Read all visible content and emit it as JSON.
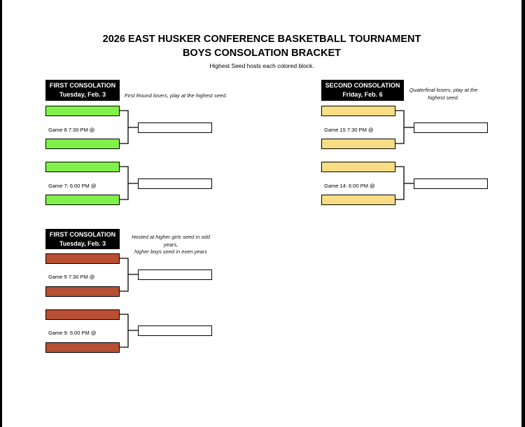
{
  "header": {
    "title": "2026 EAST HUSKER CONFERENCE BASKETBALL TOURNAMENT",
    "subtitle": "BOYS CONSOLATION BRACKET",
    "note": "Highest Seed hosts each colored block."
  },
  "colors": {
    "green": "#80f04a",
    "yellow": "#f9dd84",
    "brown": "#b84f33"
  },
  "blocks": {
    "first_consolation_a": {
      "round": "FIRST CONSOLATION",
      "date": "Tuesday, Feb. 3",
      "note": "First Round losers, play at the highest seed.",
      "games": [
        "Game 8 7:30 PM @",
        "Game 7: 6:00 PM @"
      ],
      "color": "green"
    },
    "second_consolation": {
      "round": "SECOND CONSOLATION",
      "date": "Friday, Feb. 6",
      "note_line1": "Quaterfinal losers, play at the",
      "note_line2": "highest seed.",
      "games": [
        "Game 15 7:30 PM @",
        "Game 14: 6:00 PM @"
      ],
      "color": "yellow"
    },
    "first_consolation_b": {
      "round": "FIRST CONSOLATION",
      "date": "Tuesday, Feb. 3",
      "note_line1": "Hosted at higher girls seed in odd years,",
      "note_line2": "higher boys seed in even years",
      "games": [
        "Game 9 7:30 PM @",
        "Game 9: 6:00 PM @"
      ],
      "color": "brown"
    }
  }
}
